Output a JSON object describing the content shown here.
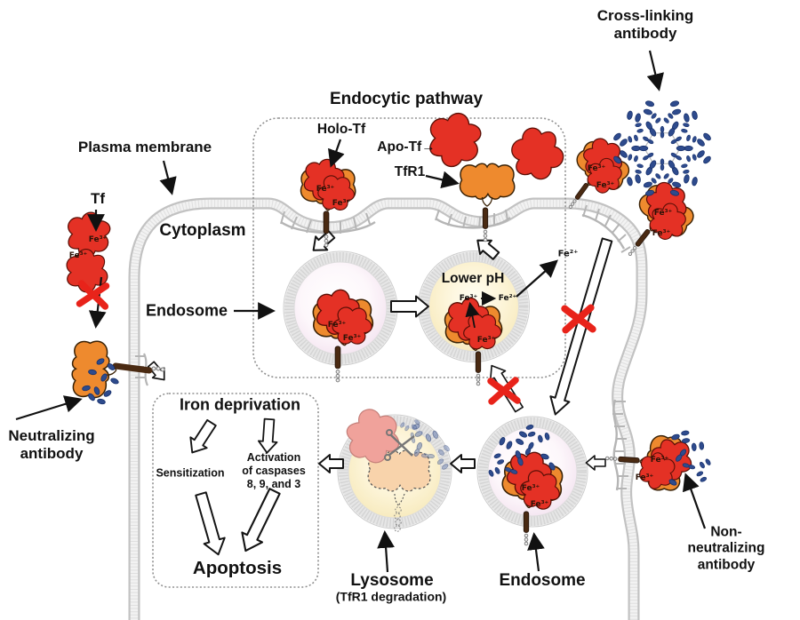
{
  "figure": {
    "type": "biology-pathway-diagram",
    "topic": "Transferrin receptor 1 (TfR1) endocytic pathway and anti-TfR1 antibody mechanisms"
  },
  "labels": {
    "cross_linking_antibody": "Cross-linking\nantibody",
    "plasma_membrane": "Plasma membrane",
    "tf": "Tf",
    "cytoplasm": "Cytoplasm",
    "endocytic_pathway": "Endocytic pathway",
    "holo_tf": "Holo-Tf",
    "apo_tf": "Apo-Tf→",
    "tfr1": "TfR1",
    "endosome_left": "Endosome",
    "lower_ph": "Lower pH",
    "neutralizing_antibody": "Neutralizing\nantibody",
    "iron_deprivation": "Iron deprivation",
    "sensitization": "Sensitization",
    "activation_caspases": "Activation\nof caspases\n8, 9, and 3",
    "apoptosis": "Apoptosis",
    "lysosome": "Lysosome",
    "lysosome_sub": "(TfR1 degradation)",
    "endosome_bottom": "Endosome",
    "non_neutralizing_antibody": "Non-neutralizing\nantibody"
  },
  "ions": {
    "fe3": "Fe³⁺",
    "fe2": "Fe²⁺"
  },
  "colors": {
    "transferrin_red": "#e43125",
    "tfr1_orange": "#ee8a2e",
    "antibody_blue": "#2e4b8d",
    "inhibition_x_red": "#e8231a",
    "membrane_gray": "#c2c2c2",
    "endosome_pink": "#eedcea",
    "acidic_lumen_yellow": "#f2e0a9"
  }
}
